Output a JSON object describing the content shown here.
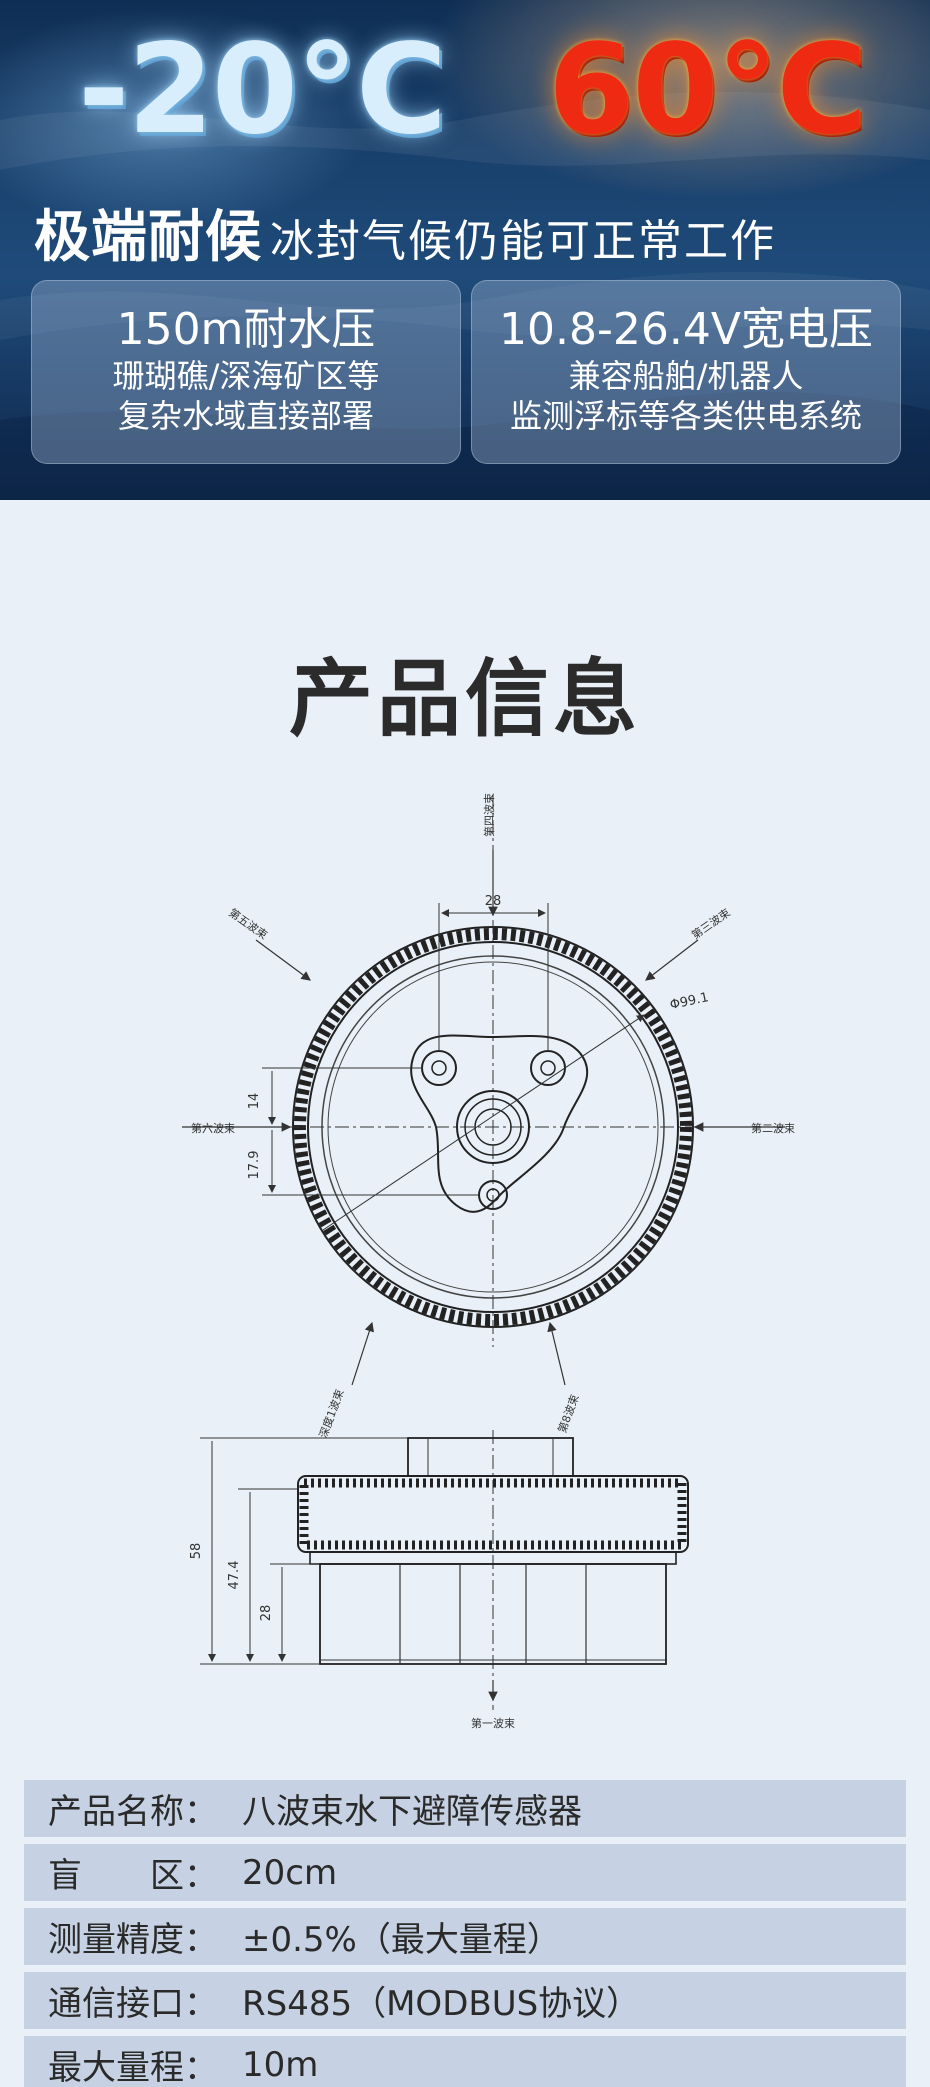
{
  "hero": {
    "temp_low": "-20°C",
    "temp_high": "60°C",
    "headline_strong": "极端耐候",
    "headline_weak": "冰封气候仍能可正常工作",
    "cards": [
      {
        "title": "150m耐水压",
        "lines": [
          "珊瑚礁/深海矿区等",
          "复杂水域直接部署"
        ]
      },
      {
        "title": "10.8-26.4V宽电压",
        "lines": [
          "兼容船舶/机器人",
          "监测浮标等各类供电系统"
        ]
      }
    ]
  },
  "product": {
    "title": "产品信息",
    "drawing": {
      "beam_1": "第一波束",
      "beam_2": "第二波束",
      "beam_3": "第三波束",
      "beam_4": "第四波束",
      "beam_5": "第五波束",
      "beam_6": "第六波束",
      "beam_7": "深度1波束",
      "beam_8": "第8波束",
      "dim_width": "28",
      "dim_diameter": "Φ99.1",
      "dim_14": "14",
      "dim_17_9": "17.9",
      "dim_height_58": "58",
      "dim_height_47_4": "47.4",
      "dim_height_28": "28"
    },
    "specs": [
      {
        "label": "产品名称：",
        "value": "八波束水下避障传感器"
      },
      {
        "label": "盲　　区：",
        "value": "20cm"
      },
      {
        "label": "测量精度：",
        "value": "±0.5%（最大量程）"
      },
      {
        "label": "通信接口：",
        "value": "RS485（MODBUS协议）"
      },
      {
        "label": "最大量程：",
        "value": "10m"
      }
    ]
  },
  "colors": {
    "hero_dark": "#15365f",
    "hot_red": "#ee2a12",
    "cold_blue": "#d8eefc",
    "spec_row": "#c6d2e3",
    "page_bg": "#e9f0f7"
  }
}
